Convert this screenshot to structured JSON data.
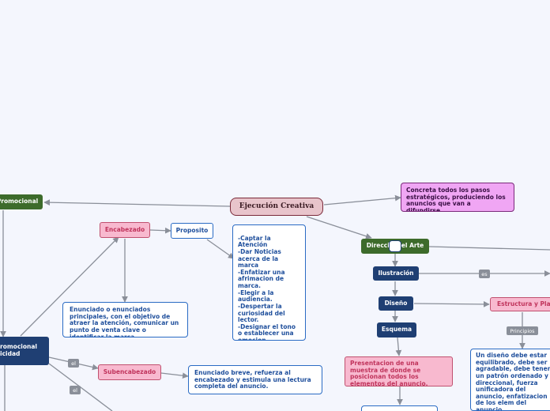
{
  "map": {
    "center": "Ejecución Creativa",
    "promocional": "Promocional",
    "promocional_publicidad": "romocional\nicidad",
    "concreta": "Concreta todos los pasos estratégicos, produciendo los anuncios que van a difundirse.",
    "direccion_pre": "Direcci",
    "direccion_post": "el Arte",
    "ilustracion": "Ilustración",
    "diseno": "Diseño",
    "esquema": "Esquema",
    "encabezado": "Encabezado",
    "proposito": "Proposito",
    "proposito_list": "-Captar la Atención\n-Dar Noticias acerca de la marca\n-Enfatizar una afrimacion de marca.\n-Elegir a la audiencia.\n-Despertar la curiosidad del lector.\n-Designar el tono o establecer una emocion.\n-Identificar la marca.",
    "enunciado": "Enunciado o enunciados principales, con el objetivo de atraer la atención, comunicar un punto de venta clave o identificar la marca.",
    "subencabezado": "Subencabezado",
    "enunciado_breve": "Enunciado breve,  refuerza al encabezado y estimula una lectura completa del anuncio.",
    "estructura": "Estructura y Plan",
    "presentacion": "Presentacion de una muestra de donde se posicionan todos los elementos del anuncio.",
    "diseno_desc": "Un diseño debe estar equilibrado, debe ser agradable, debe tener un patrón ordenado y direccional, fuerza unificadora del anuncio, enfatizacion de los elem del anuncio."
  },
  "tags": {
    "es": "es",
    "el1": "el",
    "el2": "el",
    "principios": "Principios"
  },
  "colors": {
    "background": "#f4f6fd",
    "line": "#8a8f99",
    "navy": "#1f3f73",
    "green": "#3d6b2b",
    "pink": "#f8b9cf",
    "violet": "#f0a6f4"
  }
}
